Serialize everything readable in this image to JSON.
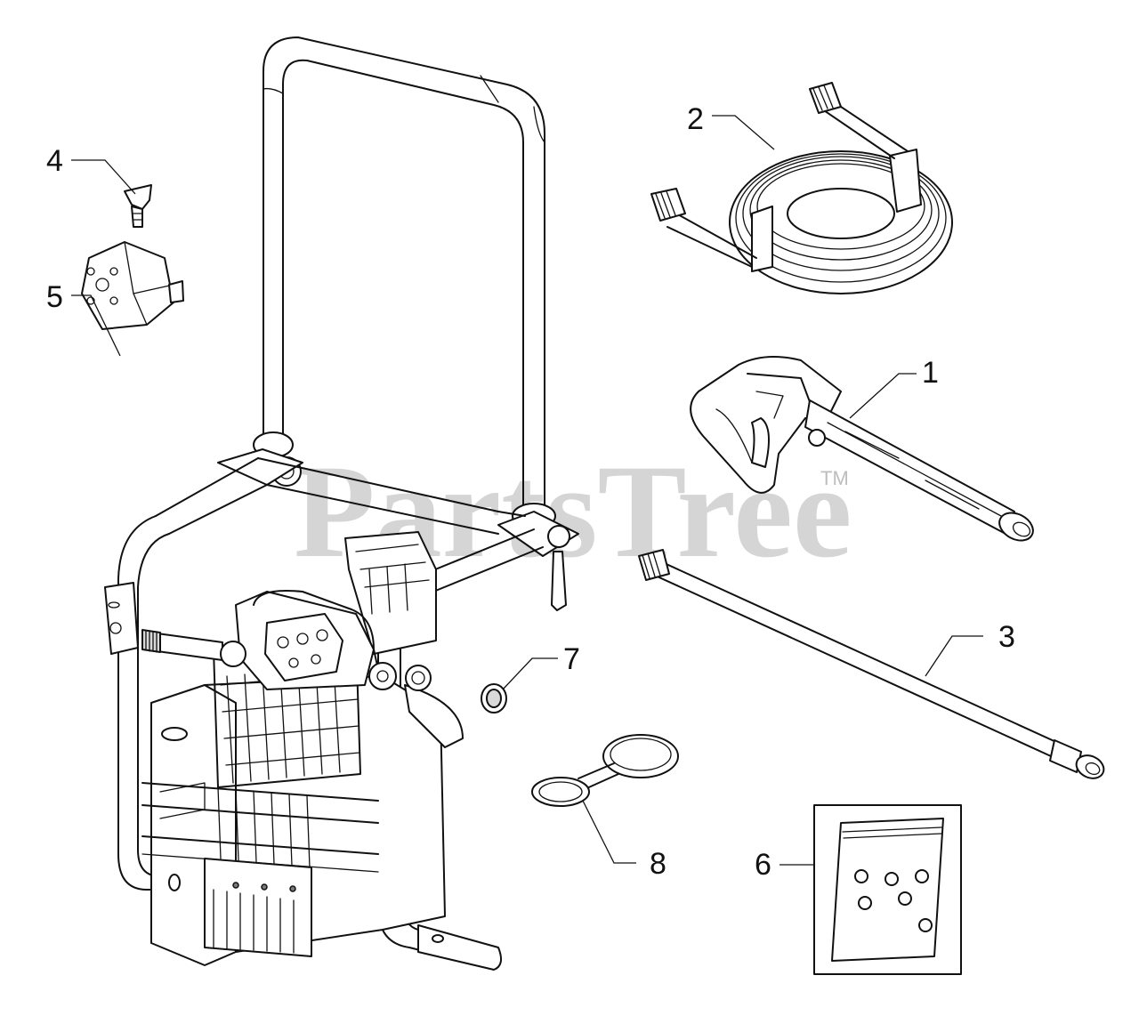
{
  "watermark": {
    "text": "PartsTree",
    "tm": "TM"
  },
  "callouts": [
    {
      "id": "1",
      "label": "1"
    },
    {
      "id": "2",
      "label": "2"
    },
    {
      "id": "3",
      "label": "3"
    },
    {
      "id": "4",
      "label": "4"
    },
    {
      "id": "5",
      "label": "5"
    },
    {
      "id": "6",
      "label": "6"
    },
    {
      "id": "7",
      "label": "7"
    },
    {
      "id": "8",
      "label": "8"
    }
  ]
}
